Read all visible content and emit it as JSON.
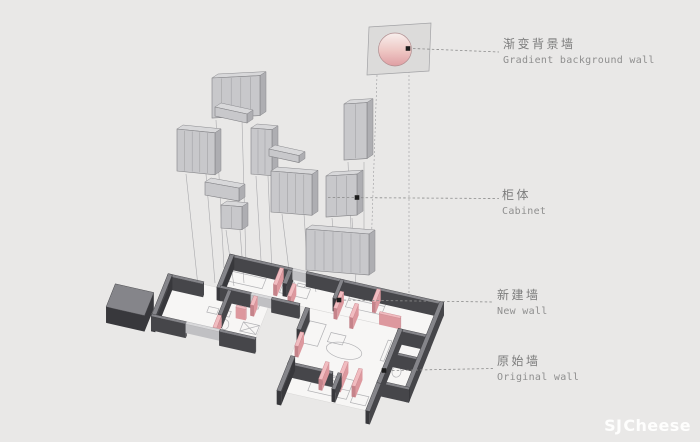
{
  "scene": {
    "background": "#e9e8e7",
    "colors": {
      "floor": "#f7f6f5",
      "original_wall_side": "#46464a",
      "original_wall_dark": "#38383c",
      "original_wall_top": "#85858a",
      "new_wall_side": "#dd989e",
      "new_wall_dark": "#c5838a",
      "new_wall_top": "#f1bcc0",
      "window_wall_side": "#c0c0c3",
      "window_wall_top": "#d9d9db",
      "cabinet_front": "#c8c8cb",
      "cabinet_top": "#d8d8da",
      "cabinet_side": "#aeaeb2",
      "panel_fill": "#dcdbda",
      "circle_gradient_top": "#f8efed",
      "circle_gradient_mid": "#eec6c3",
      "circle_gradient_bottom": "#df9ea3",
      "leader_line": "#8c8c8c",
      "leader_dot": "#1d1d1d",
      "furniture_line": "#b1b1b4"
    }
  },
  "annotations": [
    {
      "id": "gradient-background-wall",
      "zh": "渐变背景墙",
      "en": "Gradient background wall"
    },
    {
      "id": "cabinet",
      "zh": "柜体",
      "en": "Cabinet"
    },
    {
      "id": "new-wall",
      "zh": "新建墙",
      "en": "New wall"
    },
    {
      "id": "original-wall",
      "zh": "原始墙",
      "en": "Original wall"
    }
  ],
  "logo": {
    "mark": "SJ",
    "text": "Cheese"
  }
}
